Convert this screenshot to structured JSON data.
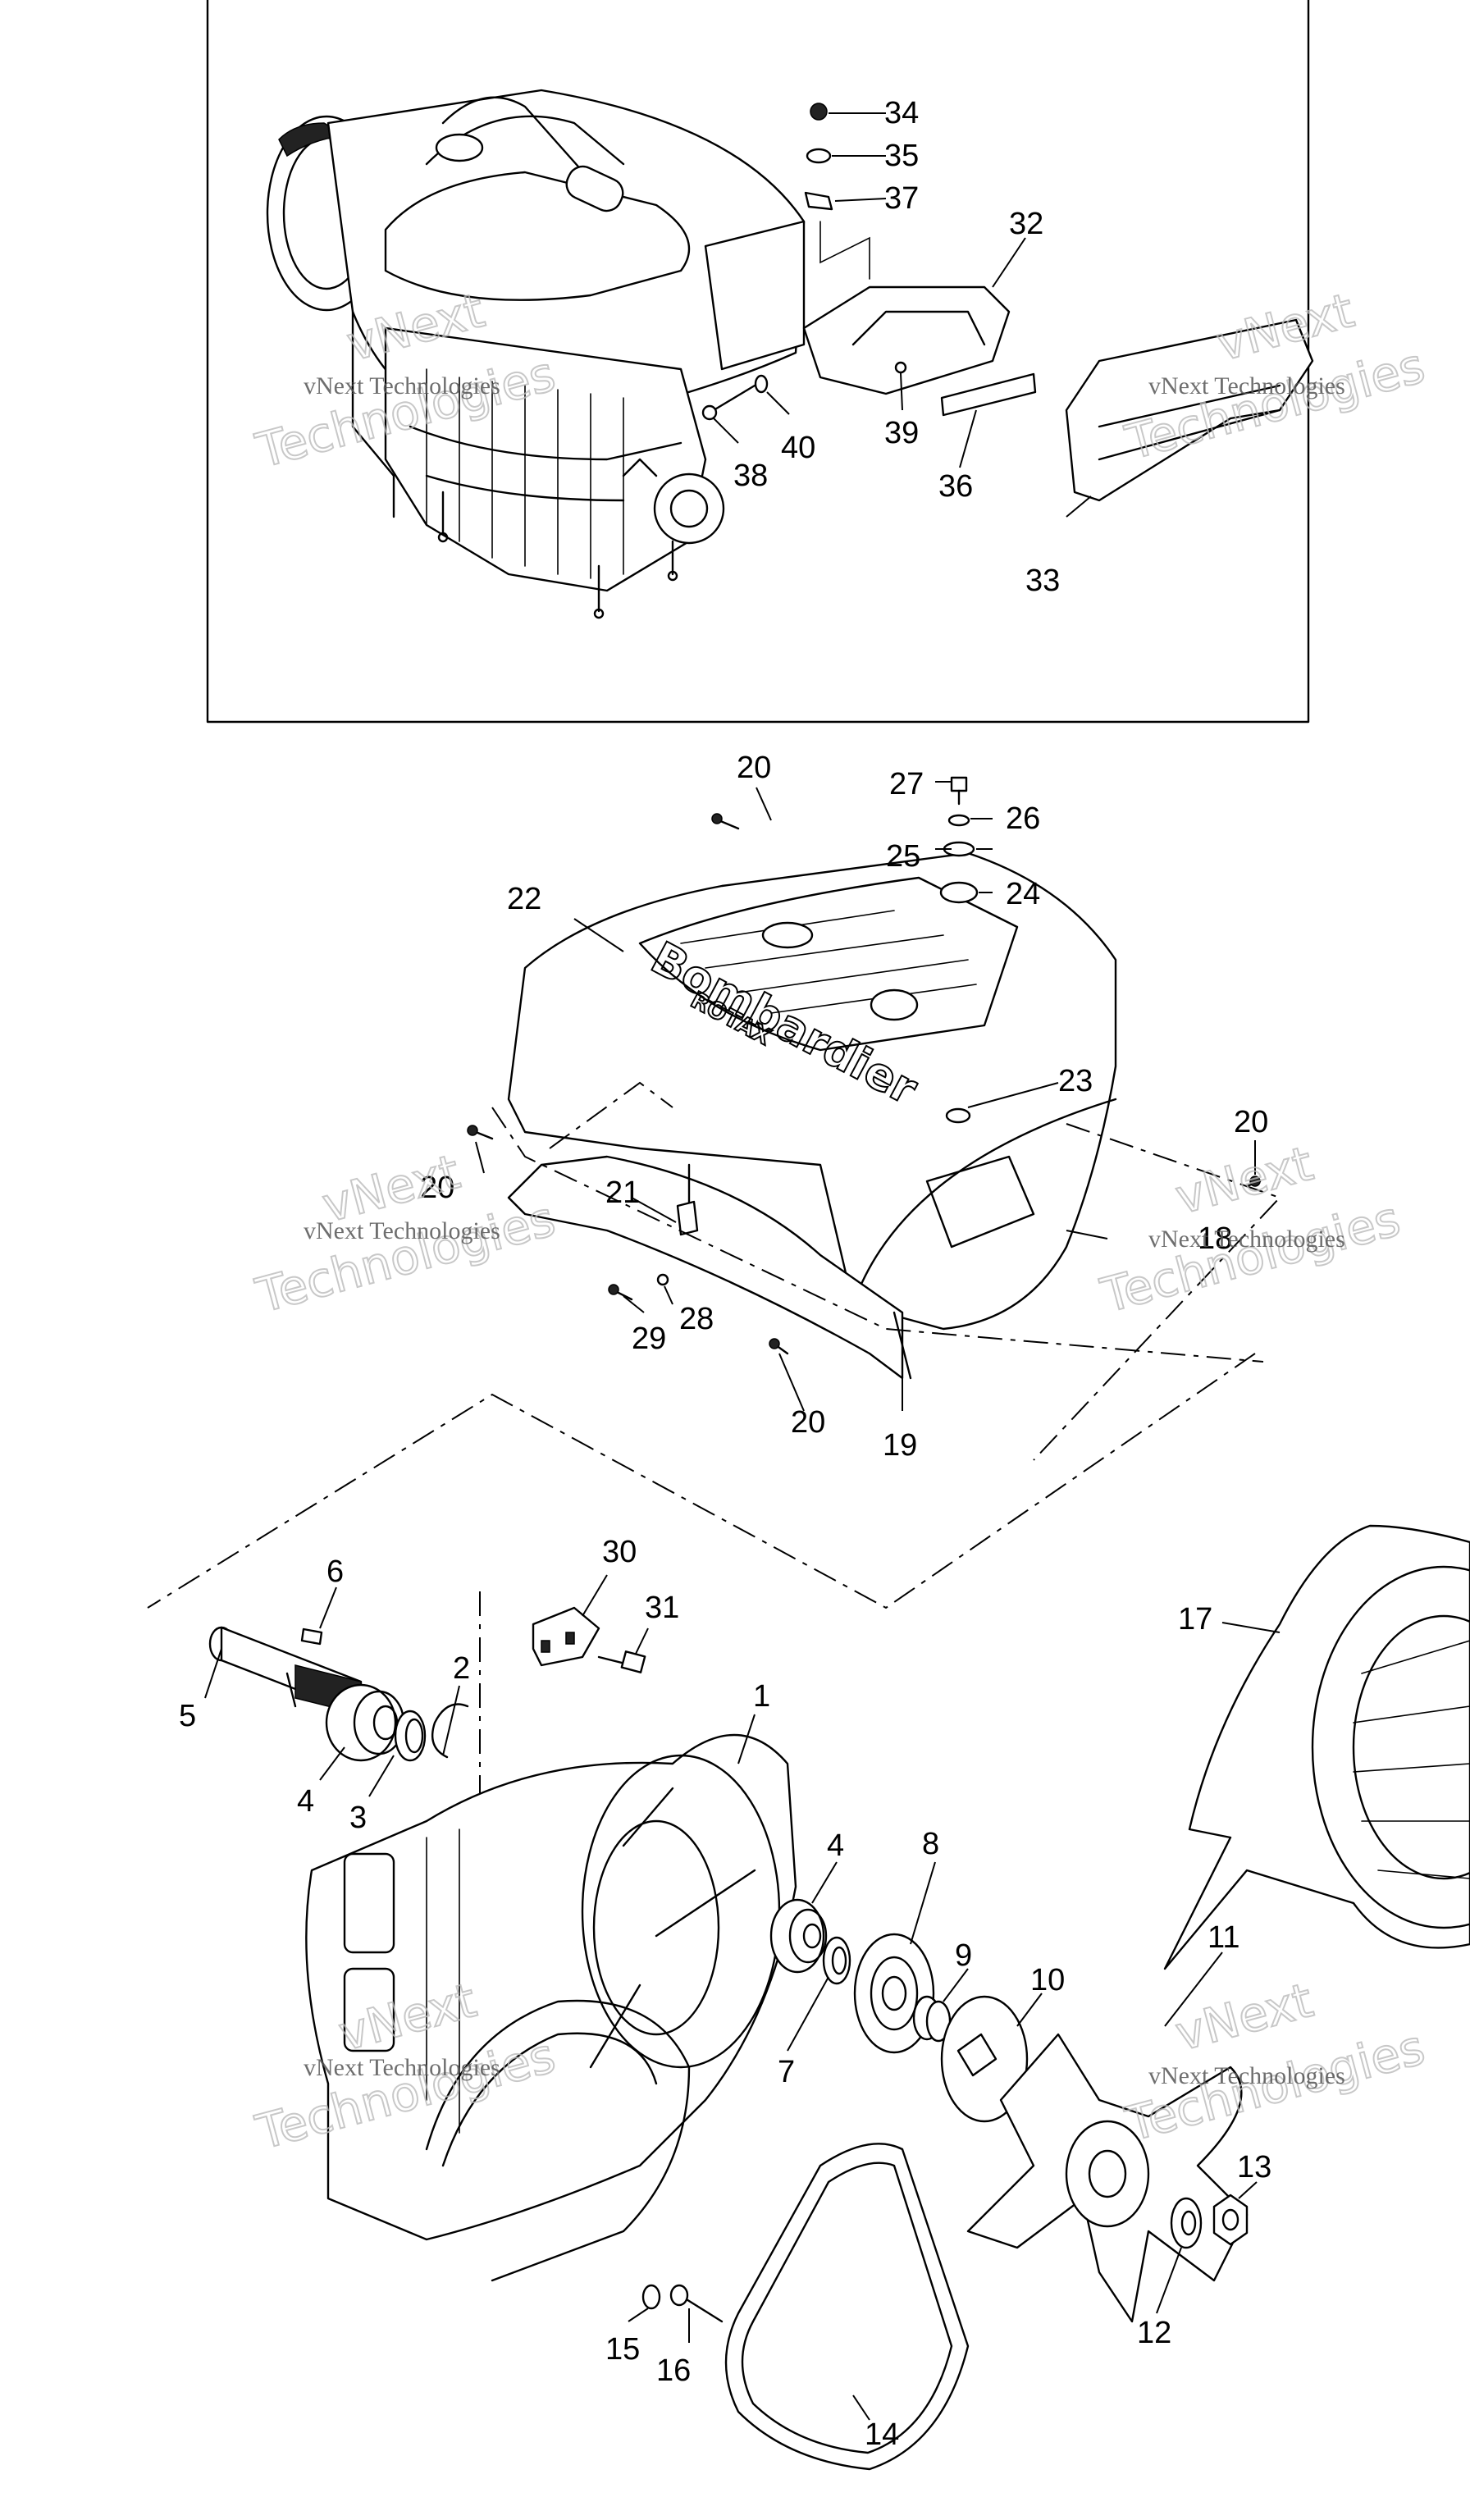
{
  "callouts": {
    "c1": "1",
    "c2": "2",
    "c3": "3",
    "c4a": "4",
    "c4b": "4",
    "c5": "5",
    "c6": "6",
    "c7": "7",
    "c8": "8",
    "c9": "9",
    "c10": "10",
    "c11": "11",
    "c12": "12",
    "c13": "13",
    "c14": "14",
    "c15": "15",
    "c16": "16",
    "c17": "17",
    "c18": "18",
    "c19": "19",
    "c20a": "20",
    "c20b": "20",
    "c20c": "20",
    "c20d": "20",
    "c21": "21",
    "c22": "22",
    "c23": "23",
    "c24": "24",
    "c25": "25",
    "c26": "26",
    "c27": "27",
    "c28": "28",
    "c29": "29",
    "c30": "30",
    "c31": "31",
    "c32": "32",
    "c33": "33",
    "c34": "34",
    "c35": "35",
    "c36": "36",
    "c37": "37",
    "c38": "38",
    "c39": "39",
    "c40": "40"
  },
  "watermark": {
    "line1": "vNext Technologies",
    "line2": "Technologies",
    "line3": "vNext"
  },
  "shroud_brand": {
    "name": "Bombardier",
    "sub": "ROTAX"
  }
}
